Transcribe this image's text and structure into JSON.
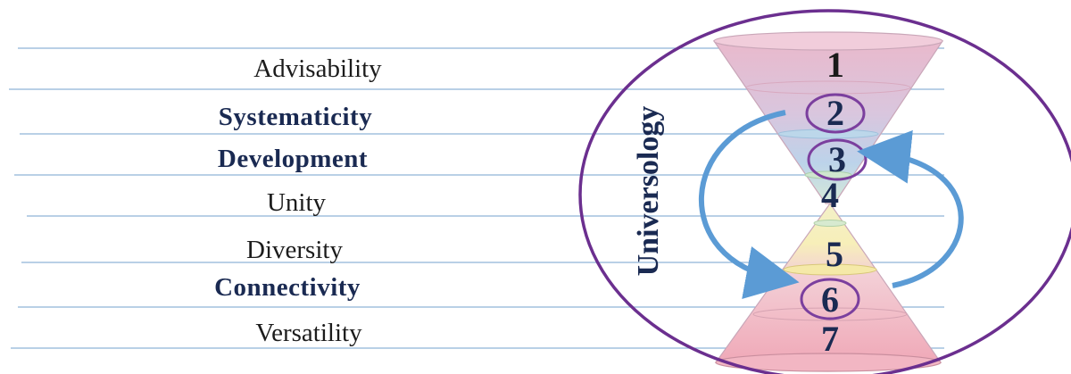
{
  "diagram": {
    "vertical_title": "Universology",
    "labels": [
      {
        "text": "Advisability",
        "bold": false
      },
      {
        "text": "Systematicity",
        "bold": true
      },
      {
        "text": "Development",
        "bold": true
      },
      {
        "text": "Unity",
        "bold": false
      },
      {
        "text": "Diversity",
        "bold": false
      },
      {
        "text": "Connectivity",
        "bold": true
      },
      {
        "text": "Versatility",
        "bold": false
      }
    ],
    "levels": [
      "1",
      "2",
      "3",
      "4",
      "5",
      "6",
      "7"
    ],
    "circled_levels": [
      "2",
      "3",
      "6"
    ],
    "colors": {
      "outer_ellipse": "#6b2f8f",
      "level_circle": "#7b3f9e",
      "arrow": "#5b9bd5",
      "cone_top": "#e8b4c8",
      "cone_mid": "#cfe0ef",
      "cone_bottom": "#f0b8c4",
      "text_dark": "#1a2a52",
      "lines": "#8fb4d6"
    }
  }
}
